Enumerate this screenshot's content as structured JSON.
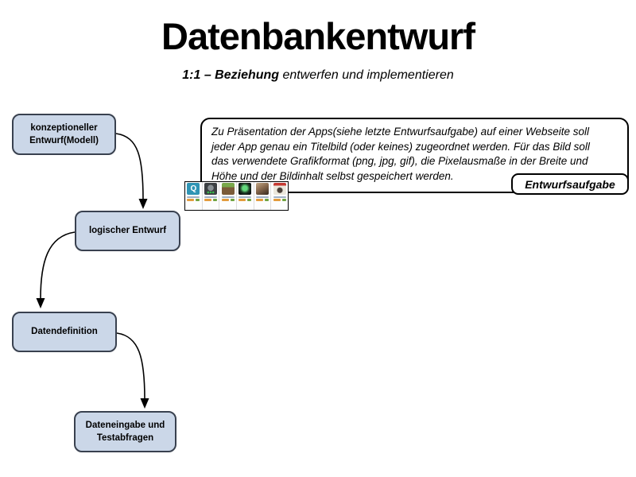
{
  "title": "Datenbankentwurf",
  "subtitle": {
    "emphasis": "1:1 – Beziehung",
    "rest": " entwerfen und implementieren"
  },
  "flowchart": {
    "node_fill": "#cbd7e8",
    "node_border": "#39414f",
    "nodes": [
      {
        "id": "konzeptioneller-entwurf",
        "lines": [
          "konzeptioneller",
          "Entwurf(Modell)"
        ]
      },
      {
        "id": "logischer-entwurf",
        "lines": [
          "logischer Entwurf"
        ]
      },
      {
        "id": "datendefinition",
        "lines": [
          "Datendefinition"
        ]
      },
      {
        "id": "dateneingabe",
        "lines": [
          "Dateneingabe und",
          "Testabfragen"
        ]
      }
    ]
  },
  "task_box": {
    "lines": [
      "Zu Präsentation der Apps(siehe letzte Entwurfsaufgabe) auf einer Webseite soll",
      "jeder App genau ein Titelbild (oder keines) zugeordnet werden. Für das Bild soll",
      "das verwendete Grafikformat (png, jpg, gif), die Pixelausmaße in der Breite und",
      "Höhe und der Bildinhalt selbst gespeichert werden."
    ],
    "label": "Entwurfsaufgabe"
  },
  "app_strip": {
    "star_color": "#e39b3c",
    "price_color": "#6fa33f",
    "icons": [
      {
        "name": "quizduell-app-icon",
        "glyph": "Q",
        "css": "#2f94b4"
      },
      {
        "name": "dark-clock-app-icon",
        "glyph": "",
        "css": "radial-gradient(circle at 30% 80%, #35c24a 0 1px, transparent 1.5px), radial-gradient(circle at 50% 80%, #35c24a 0 1px, transparent 1.5px), radial-gradient(circle at 70% 80%, #35c24a 0 1px, transparent 1.5px), radial-gradient(circle at 50% 42%, #899094 0 3.5px, #3c4043 4px)"
      },
      {
        "name": "minecraft-app-icon",
        "glyph": "",
        "css": "linear-gradient(#79a84b 0 38%, #7b5b39 38% 100%)"
      },
      {
        "name": "green-emblem-app-icon",
        "glyph": "",
        "css": "radial-gradient(circle at 50% 45%, #62d97c 0 3px, #1d3a24 6px, #0c0f12 9px)"
      },
      {
        "name": "warrior-game-app-icon",
        "glyph": "",
        "css": "linear-gradient(150deg, #c2a887 0%, #8a6b4f 45%, #35291f 100%)"
      },
      {
        "name": "red-character-app-icon",
        "glyph": "",
        "css": "radial-gradient(circle at 50% 62%, #4a3f38 0 3px, transparent 4px), linear-gradient(#c63a32 0 22%, #ebe7dc 22% 100%)"
      }
    ]
  }
}
